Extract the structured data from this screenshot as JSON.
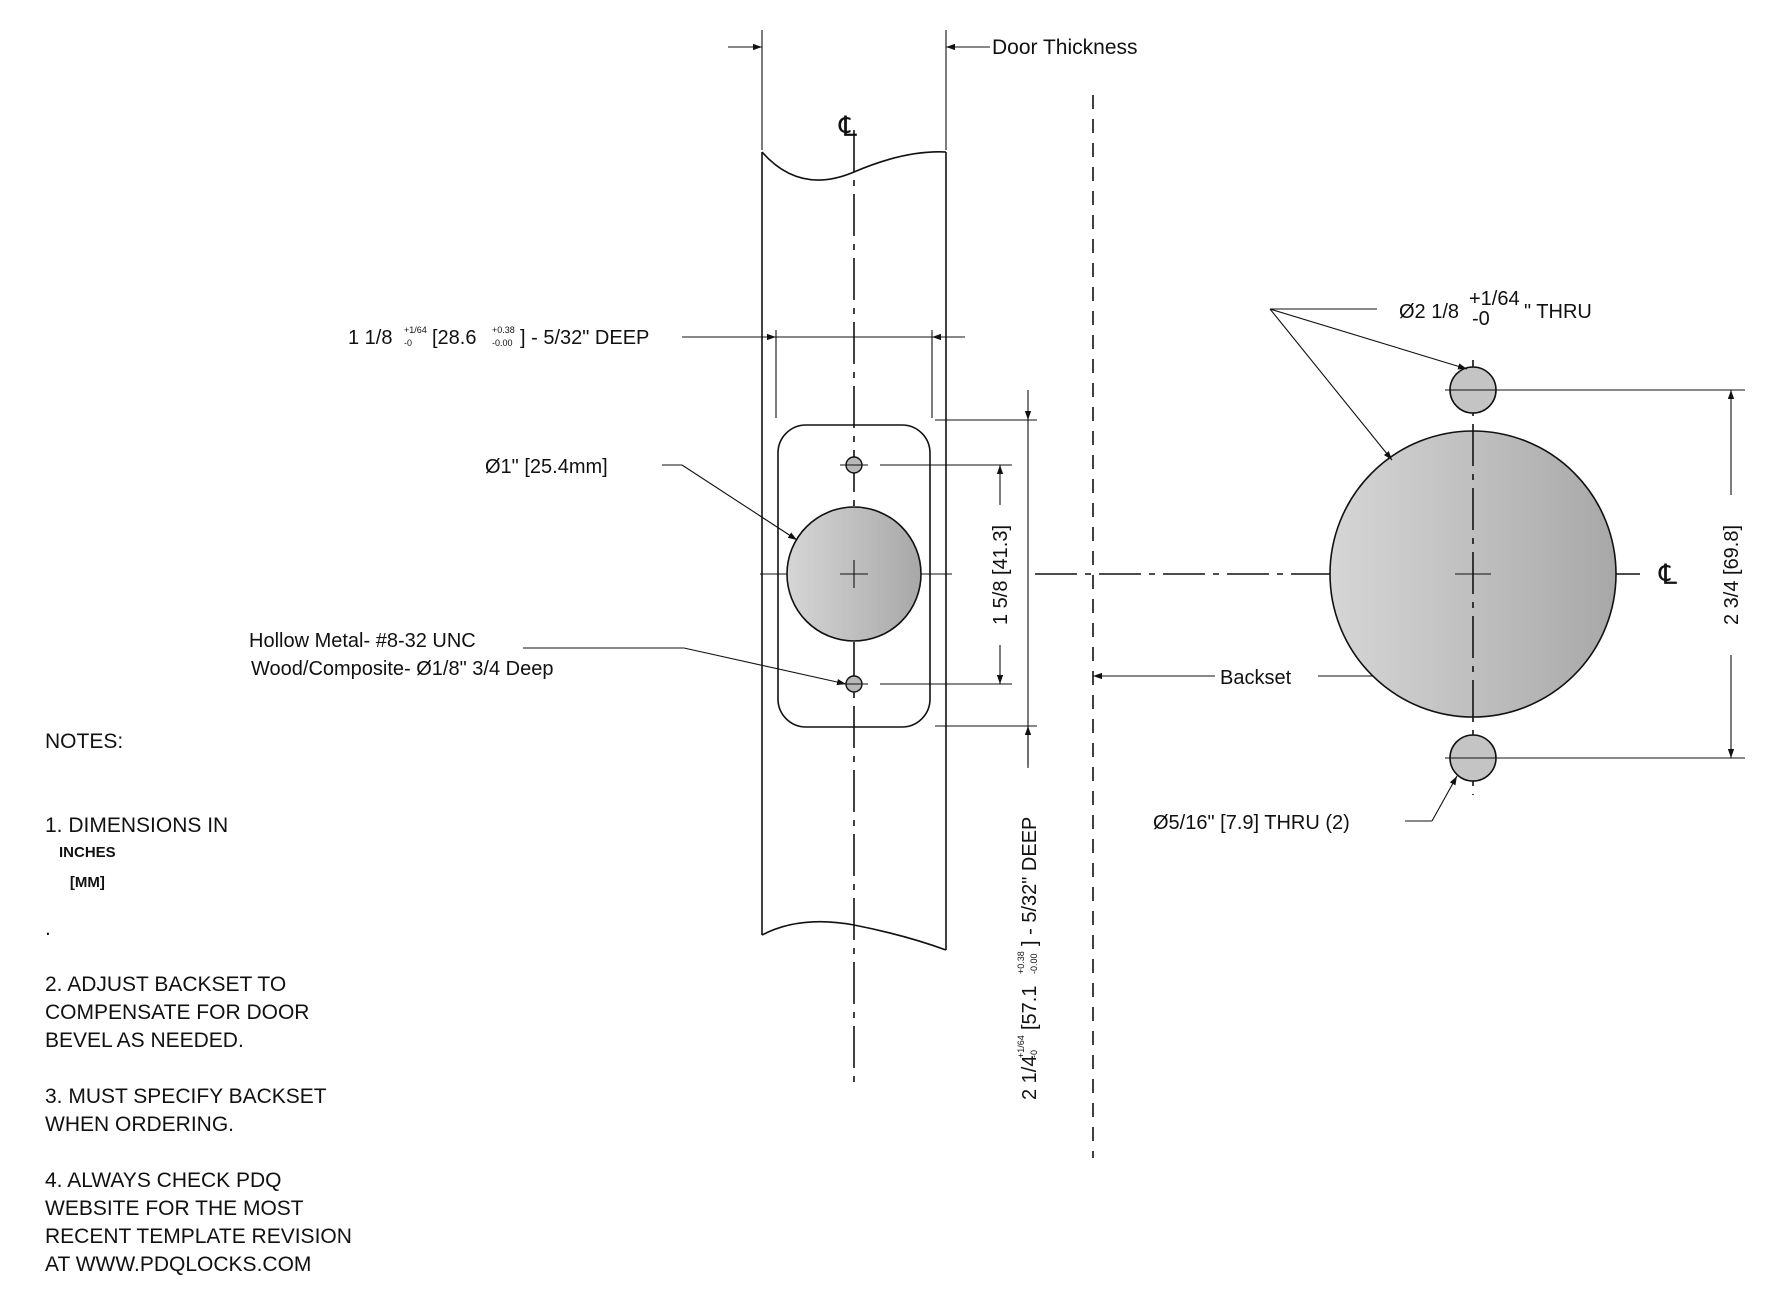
{
  "labels": {
    "door_thickness": "Door Thickness",
    "centerline_symbol": "℄",
    "face_bore_main": "1 1/8",
    "face_bore_tol_upper": "+1/64",
    "face_bore_tol_lower": "-0",
    "face_bore_mm": "[28.6",
    "face_bore_mm_tol_upper": "+0.38",
    "face_bore_mm_tol_lower": "-0.00",
    "face_bore_tail": "] - 5/32\" DEEP",
    "hole_1in": "Ø1\" [25.4mm]",
    "screw_line1": "Hollow Metal- #8-32 UNC",
    "screw_line2": "Wood/Composite- Ø1/8\" 3/4 Deep",
    "dim_1_5_8": "1 5/8 [41.3]",
    "dim_vertical_main": "2 1/4",
    "dim_vertical_tol_upper": "+1/64",
    "dim_vertical_tol_lower": "-0",
    "dim_vertical_mm": "[57.1",
    "dim_vertical_mm_tol_upper": "+0.38",
    "dim_vertical_mm_tol_lower": "-0.00",
    "dim_vertical_tail": "] - 5/32\" DEEP",
    "backset": "Backset",
    "big_bore_main": "Ø2 1/8",
    "big_bore_tol_upper": "+1/64",
    "big_bore_tol_lower": "-0",
    "big_bore_tail": "\" THRU",
    "through_holes": "Ø5/16\" [7.9] THRU (2)",
    "dim_2_3_4": "2 3/4 [69.8]"
  },
  "notes": {
    "header": "NOTES:",
    "n1_prefix": "1.  DIMENSIONS IN",
    "n1_units_top": "INCHES",
    "n1_units_bottom": "[MM]",
    "n1_suffix": ".",
    "n2": "2.  ADJUST BACKSET TO\nCOMPENSATE FOR DOOR\nBEVEL AS NEEDED.",
    "n3": "3.  MUST SPECIFY BACKSET\nWHEN ORDERING.",
    "n4": "4.   ALWAYS CHECK PDQ\nWEBSITE FOR THE MOST\nRECENT  TEMPLATE REVISION\nAT WWW.PDQLOCKS.COM"
  }
}
